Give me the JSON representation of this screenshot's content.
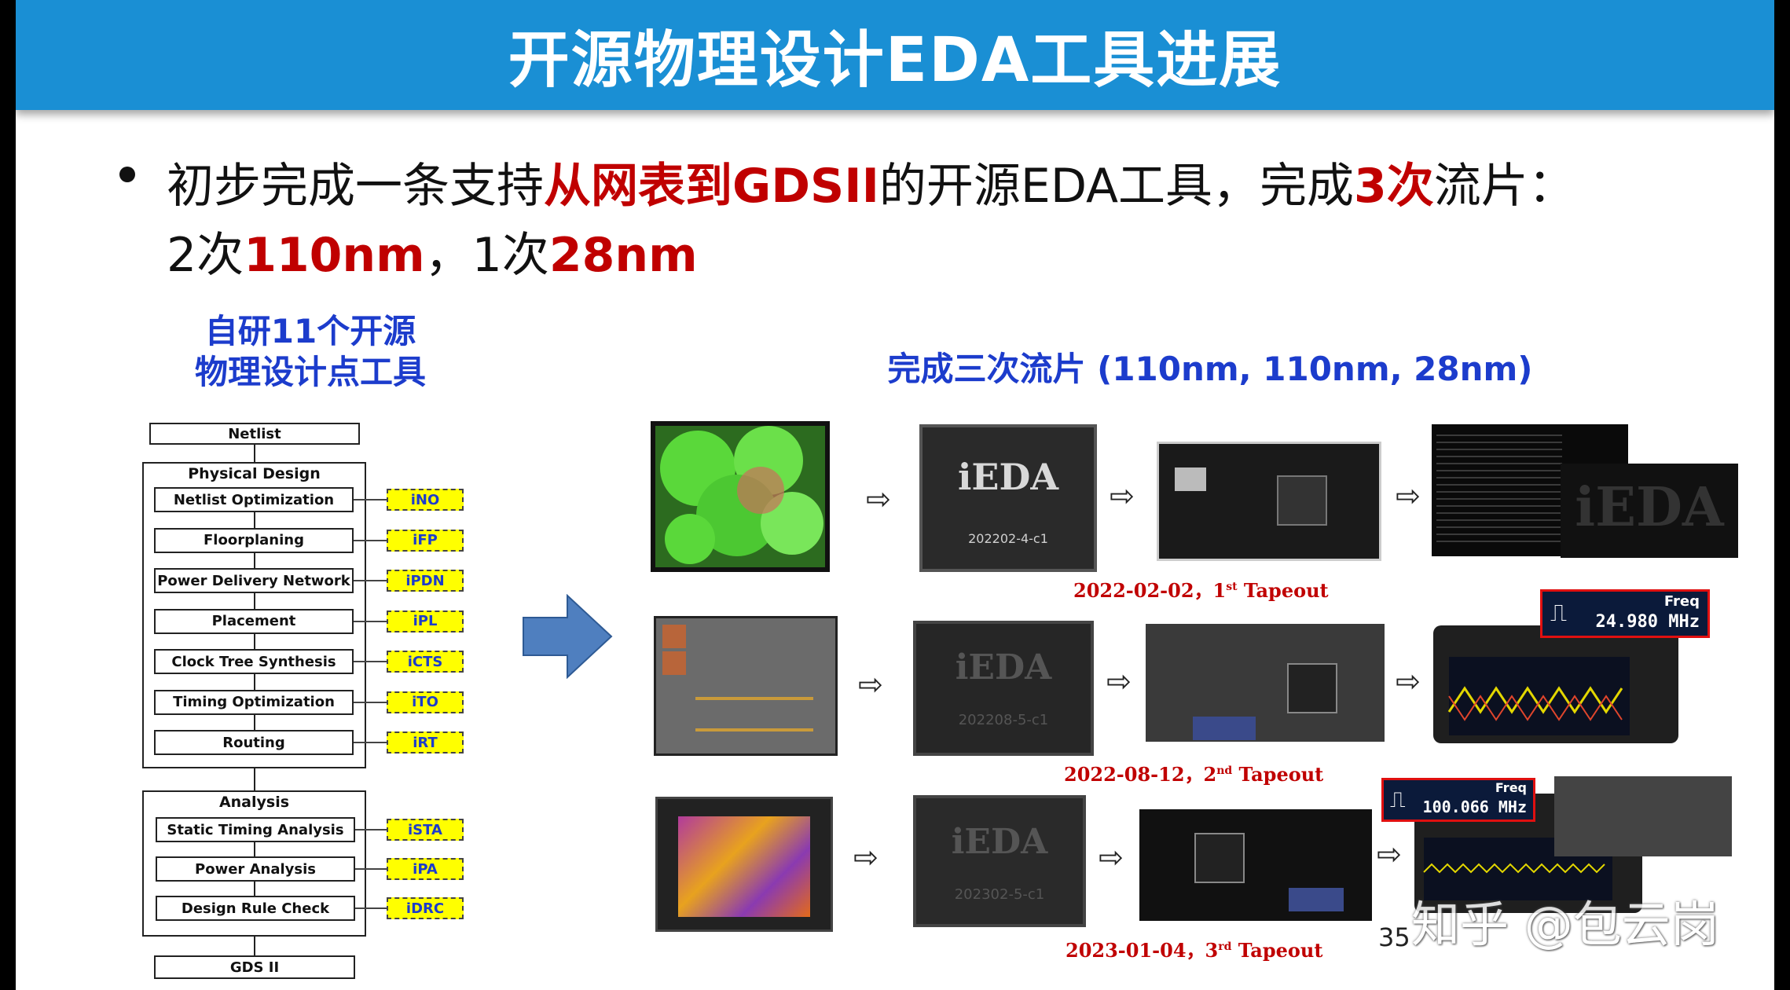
{
  "header": {
    "title": "开源物理设计EDA工具进展"
  },
  "bullet": {
    "line1": [
      {
        "text": "初步完成一条支持",
        "hl": false
      },
      {
        "text": "从网表到GDSII",
        "hl": true
      },
      {
        "text": "的开源EDA工具，完成",
        "hl": false
      },
      {
        "text": "3次",
        "hl": true
      },
      {
        "text": "流片：",
        "hl": false
      }
    ],
    "line2": [
      {
        "text": "2次",
        "hl": false
      },
      {
        "text": "110nm",
        "hl": true
      },
      {
        "text": "，1次",
        "hl": false
      },
      {
        "text": "28nm",
        "hl": true
      }
    ]
  },
  "left_title": {
    "line1": "自研11个开源",
    "line2": "物理设计点工具"
  },
  "right_title": "完成三次流片 (110nm, 110nm, 28nm)",
  "flow": {
    "netlist": "Netlist",
    "physical_design_label": "Physical Design",
    "pd_steps": [
      {
        "label": "Netlist Optimization",
        "tool": "iNO"
      },
      {
        "label": "Floorplaning",
        "tool": "iFP"
      },
      {
        "label": "Power Delivery Network",
        "tool": "iPDN"
      },
      {
        "label": "Placement",
        "tool": "iPL"
      },
      {
        "label": "Clock Tree Synthesis",
        "tool": "iCTS"
      },
      {
        "label": "Timing Optimization",
        "tool": "iTO"
      },
      {
        "label": "Routing",
        "tool": "iRT"
      }
    ],
    "analysis_label": "Analysis",
    "analysis_steps": [
      {
        "label": "Static Timing Analysis",
        "tool": "iSTA"
      },
      {
        "label": "Power Analysis",
        "tool": "iPA"
      },
      {
        "label": "Design Rule Check",
        "tool": "iDRC"
      }
    ],
    "gds": "GDS II"
  },
  "tapeouts": [
    {
      "caption_main": "2022-02-02，1",
      "caption_sup": "st",
      "caption_tail": " Tapeout",
      "chip_text": "iEDA",
      "chip_code": "202202-4-c1",
      "freq_label": "",
      "freq_value": ""
    },
    {
      "caption_main": "2022-08-12，2",
      "caption_sup": "nd",
      "caption_tail": " Tapeout",
      "chip_text": "iEDA",
      "chip_code": "202208-5-c1",
      "freq_label": "Freq",
      "freq_value": "24.980 MHz"
    },
    {
      "caption_main": "2023-01-04，3",
      "caption_sup": "rd",
      "caption_tail": " Tapeout",
      "chip_text": "iEDA",
      "chip_code": "202302-5-c1",
      "freq_label": "Freq",
      "freq_value": "100.066 MHz"
    }
  ],
  "terminal_logo": "iEDA",
  "page_number": "35",
  "watermark": "知乎 @包云岗",
  "colors": {
    "header": "#1a8fd4",
    "highlight": "#c00000",
    "title_blue": "#1c3ccc",
    "tool_bg": "#ffff00"
  }
}
